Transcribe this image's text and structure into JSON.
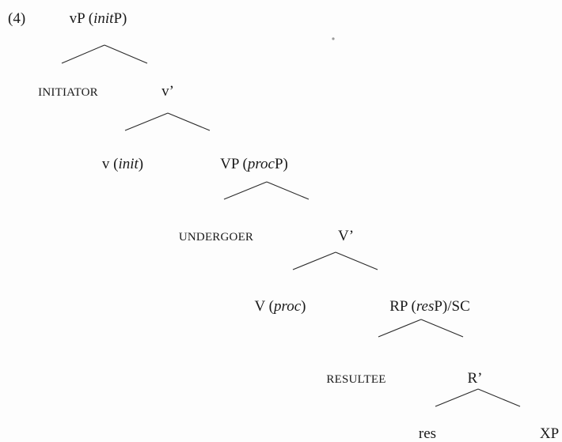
{
  "example_number": "(4)",
  "nodes": [
    {
      "id": "vP",
      "parts": [
        {
          "t": "vP ("
        },
        {
          "t": "init",
          "i": true
        },
        {
          "t": "P)"
        }
      ]
    },
    {
      "id": "initiator",
      "parts": [
        {
          "t": "INITIATOR"
        }
      ],
      "smallcaps": true
    },
    {
      "id": "vbar",
      "parts": [
        {
          "t": "v’"
        }
      ]
    },
    {
      "id": "v",
      "parts": [
        {
          "t": "v ("
        },
        {
          "t": "init",
          "i": true
        },
        {
          "t": ")"
        }
      ]
    },
    {
      "id": "VP",
      "parts": [
        {
          "t": "VP ("
        },
        {
          "t": "proc",
          "i": true
        },
        {
          "t": "P)"
        }
      ]
    },
    {
      "id": "undergoer",
      "parts": [
        {
          "t": "UNDERGOER"
        }
      ],
      "smallcaps": true
    },
    {
      "id": "Vbar",
      "parts": [
        {
          "t": "V’"
        }
      ]
    },
    {
      "id": "V",
      "parts": [
        {
          "t": "V ("
        },
        {
          "t": "proc",
          "i": true
        },
        {
          "t": ")"
        }
      ]
    },
    {
      "id": "RP",
      "parts": [
        {
          "t": "RP ("
        },
        {
          "t": "res",
          "i": true
        },
        {
          "t": "P)/SC"
        }
      ]
    },
    {
      "id": "resultee",
      "parts": [
        {
          "t": "RESULTEE"
        }
      ],
      "smallcaps": true
    },
    {
      "id": "Rbar",
      "parts": [
        {
          "t": "R’"
        }
      ]
    },
    {
      "id": "res",
      "parts": [
        {
          "t": "res"
        }
      ]
    },
    {
      "id": "XP",
      "parts": [
        {
          "t": "XP"
        }
      ]
    }
  ],
  "edges": [
    [
      "vP",
      "initiator"
    ],
    [
      "vP",
      "vbar"
    ],
    [
      "vbar",
      "v"
    ],
    [
      "vbar",
      "VP"
    ],
    [
      "VP",
      "undergoer"
    ],
    [
      "VP",
      "Vbar"
    ],
    [
      "Vbar",
      "V"
    ],
    [
      "Vbar",
      "RP"
    ],
    [
      "RP",
      "resultee"
    ],
    [
      "RP",
      "Rbar"
    ],
    [
      "Rbar",
      "res"
    ],
    [
      "Rbar",
      "XP"
    ]
  ]
}
